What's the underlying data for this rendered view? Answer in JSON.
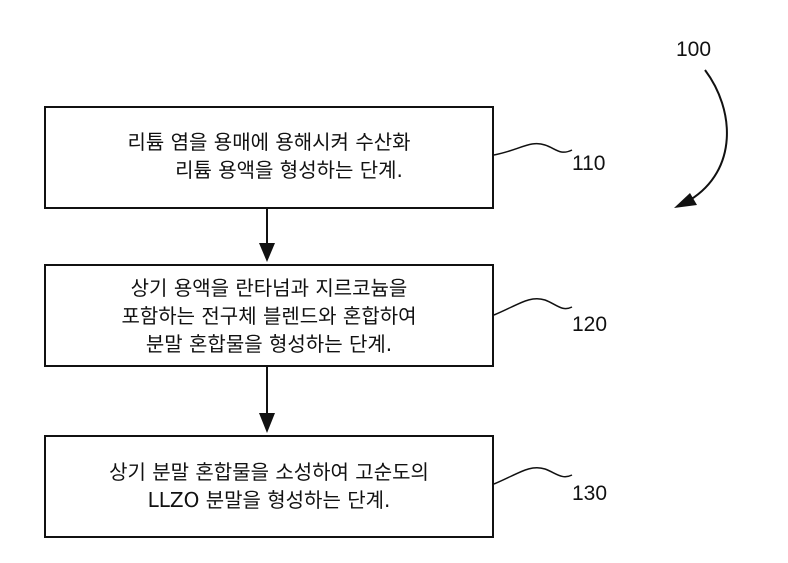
{
  "figure": {
    "ref_number": "100",
    "steps": [
      {
        "ref": "110",
        "lines": [
          "리튬 염을 용매에 용해시켜 수산화",
          "리튬 용액을 형성하는 단계."
        ]
      },
      {
        "ref": "120",
        "lines": [
          "상기 용액을 란타넘과 지르코늄을",
          "포함하는 전구체 블렌드와 혼합하여",
          "분말 혼합물을 형성하는 단계."
        ]
      },
      {
        "ref": "130",
        "lines": [
          "상기 분말 혼합물을 소성하여 고순도의",
          "LLZO 분말을 형성하는 단계."
        ]
      }
    ]
  }
}
